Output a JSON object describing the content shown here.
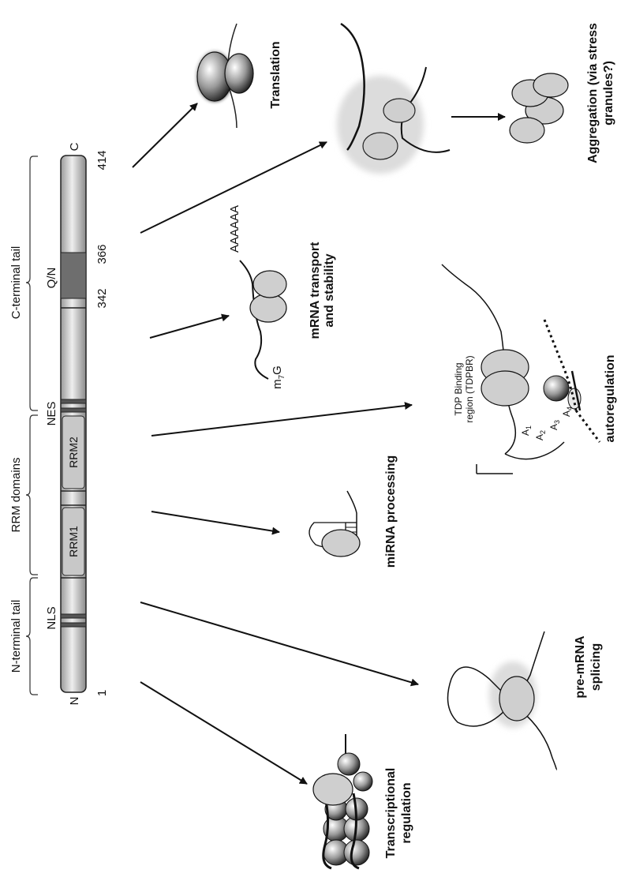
{
  "protein": {
    "n_terminus": "N",
    "c_terminus": "C",
    "positions": [
      "1",
      "342",
      "366",
      "414"
    ],
    "domains": {
      "rrm1": "RRM1",
      "rrm2": "RRM2",
      "nls": "NLS",
      "nes": "NES",
      "qn": "Q/N"
    },
    "regions": {
      "n_terminal_tail": "N-terminal tail",
      "rrm_domains": "RRM domains",
      "c_terminal_tail": "C-terminal tail"
    }
  },
  "functions": {
    "transcriptional_regulation": [
      "Transcriptional",
      "regulation"
    ],
    "pre_mrna_splicing": [
      "pre-mRNA",
      "splicing"
    ],
    "mirna_processing": "miRNA processing",
    "autoregulation": "autoregulation",
    "mrna_transport": [
      "mRNA transport",
      "and stability"
    ],
    "translation": "Translation",
    "aggregation": [
      "Aggregation (via stress",
      "granules?)"
    ]
  },
  "annotations": {
    "tdpbr": [
      "TDP Binding",
      "region (TDPBR)"
    ],
    "poly_a": "AAAAAA",
    "cap_prefix": "m",
    "cap_sub": "7",
    "cap_suffix": "G",
    "sites": [
      {
        "base": "A",
        "sub": "1"
      },
      {
        "base": "A",
        "sub": "2"
      },
      {
        "base": "A",
        "sub": "3"
      },
      {
        "base": "A",
        "sub": "4"
      }
    ]
  },
  "colors": {
    "domain_fill": "#c8c8c8",
    "qn_fill": "#6e6e6e",
    "protein_fill": "#cfcfcf",
    "halo": "#dcdcdc"
  }
}
